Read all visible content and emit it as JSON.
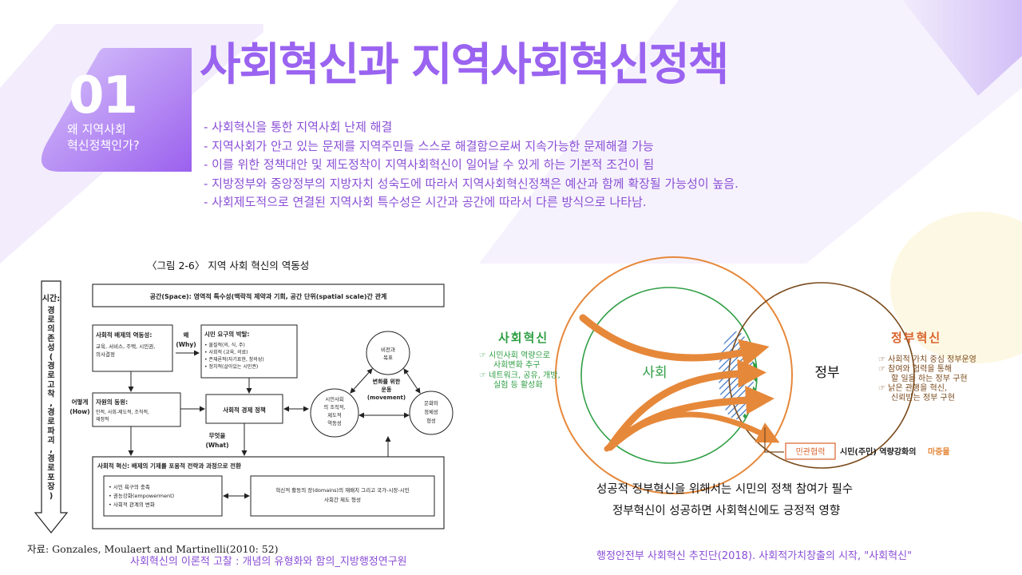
{
  "header": {
    "section_number": "01",
    "section_subtitle_lines": [
      "왜 지역사회",
      "혁신정책인가?"
    ],
    "title": "사회혁신과 지역사회혁신정책"
  },
  "bullets": [
    "- 사회혁신을 통한 지역사회 난제 해결",
    "- 지역사회가 안고 있는 문제를 지역주민들 스스로 해결함으로써 지속가능한 문제해결 가능",
    "- 이를 위한 정책대안 및 제도정착이 지역사회혁신이 일어날 수 있게 하는 기본적 조건이 됨",
    "- 지방정부와 중앙정부의 지방자치 성숙도에 따라서 지역사회혁신정책은 예산과 함께 확장될 가능성이 높음.",
    "- 사회제도적으로 연결된 지역사회 특수성은 시간과 공간에 따라서 다른 방식으로 나타남."
  ],
  "left_figure": {
    "title": "〈그림 2-6〉 지역 사회 혁신의 역동성",
    "time_axis": [
      "시간:",
      "경",
      "로",
      "의",
      "존",
      "성",
      "(",
      "경",
      "로",
      "고",
      "착",
      ",",
      "경",
      "로",
      "파",
      "괴",
      ",",
      "경",
      "로",
      "포",
      "장",
      ")"
    ],
    "space_box": "공간(Space): 영역적 특수성(맥락적 제약과 기회, 공간 단위(spatial scale)간 관계",
    "exclusion_title": "사회적 배제의 역동성:",
    "exclusion_body": [
      "교육, 서비스, 주택, 시민권,",
      "의사결정"
    ],
    "why_label": [
      "왜",
      "(Why)"
    ],
    "needs_title": "시민 요구의 박탈:",
    "needs_items": [
      "• 물질적(의, 식, 주)",
      "• 사회적 (교육, 의료)",
      "• 존재론적(자기표현, 창의성)",
      "• 정치적(살아있는 시민권)"
    ],
    "how_label": [
      "어떻게",
      "(How)"
    ],
    "resources_title": "자원의 동원:",
    "resources_body": [
      "인적, 사회-제도적, 조직적,",
      "재정적"
    ],
    "policy_box": "사회적 경제 정책",
    "what_label": [
      "무엇을",
      "(What)"
    ],
    "vision_node": [
      "비전과",
      "목표"
    ],
    "movement_node": [
      "변화를 위한",
      "운동",
      "(movement)"
    ],
    "civic_node": [
      "시민사회",
      "의 조직적,",
      "제도적",
      "역동성"
    ],
    "culture_node": [
      "문화와",
      "정체성",
      "형성"
    ],
    "innovation_title": "사회적 혁신: 배제의 기제를 포용적 전략과 과정으로 전환",
    "innovation_list": [
      "• 시민 욕구의 충족",
      "• 권능강화(empowerment)",
      "• 사회적 관계의 변화"
    ],
    "innovation_right": [
      "혁신적 활동의 장(domains)의 재배치 그리고 국가-시장-시민",
      "사회간 제도 형성"
    ],
    "source": "자료: Gonzales, Moulaert and Martinelli(2010: 52)",
    "caption": "사회혁신의 이론적 고찰 : 개념의 유형화와 함의_지방행정연구원"
  },
  "right_figure": {
    "left_heading": "사회혁신",
    "left_items": [
      "☞ 시민사회 역량으로",
      "사회변화 추구",
      "☞ 네트워크, 공유, 개방,",
      "실험 등 활성화"
    ],
    "circle_left_label": "사회",
    "circle_right_label": "정부",
    "right_heading": "정부혁신",
    "right_items": [
      "☞ 사회적 가치 중심 정부운영",
      "☞ 참여와 협력을 통해",
      "할 일을 하는 정부 구현",
      "☞ 낡은 관행을 혁신,",
      "신뢰받는 정부 구현"
    ],
    "badge": "민관협력",
    "badge_note_prefix": "시민(주민) 역량강화의",
    "badge_note_highlight": "마중물",
    "note_line1": "성공적 정부혁신을 위해서는 시민의 정책 참여가 필수",
    "note_line2": "정부혁신이 성공하면 사회혁신에도 긍정적 영향",
    "caption": "행정안전부 사회혁신 추진단(2018). 사회적가치창출의 시작, \"사회혁신\""
  },
  "colors": {
    "accent_purple": "#9a63f0",
    "text_purple": "#8a4fd6",
    "venn_orange": "#e6883a",
    "venn_green": "#2f9e44",
    "venn_brown": "#7a4a1c",
    "venn_blue": "#3a72c4"
  }
}
